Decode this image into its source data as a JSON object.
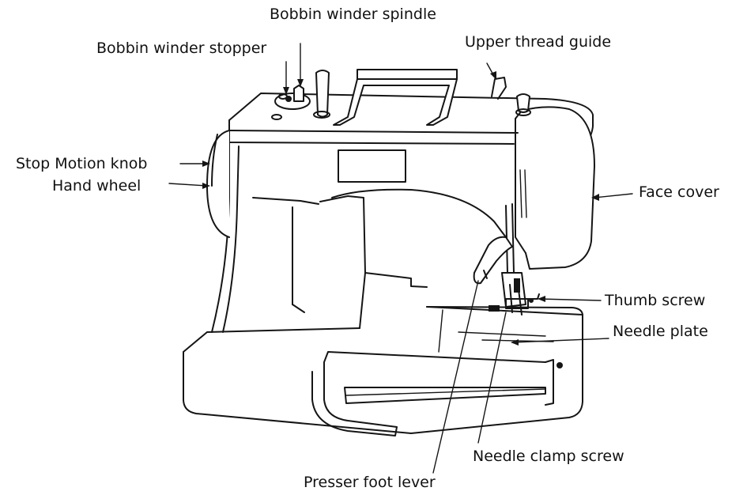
{
  "labels": {
    "bobbin_winder_spindle": "Bobbin winder spindle",
    "bobbin_winder_stopper": "Bobbin winder stopper",
    "upper_thread_guide": "Upper thread guide",
    "stop_motion_knob": "Stop Motion knob",
    "hand_wheel": "Hand wheel",
    "face_cover": "Face cover",
    "thumb_screw": "Thumb screw",
    "needle_plate": "Needle plate",
    "needle_clamp_screw": "Needle clamp screw",
    "presser_foot_lever": "Presser foot lever"
  },
  "colors": {
    "ink": "#151515",
    "paper": "#ffffff"
  }
}
